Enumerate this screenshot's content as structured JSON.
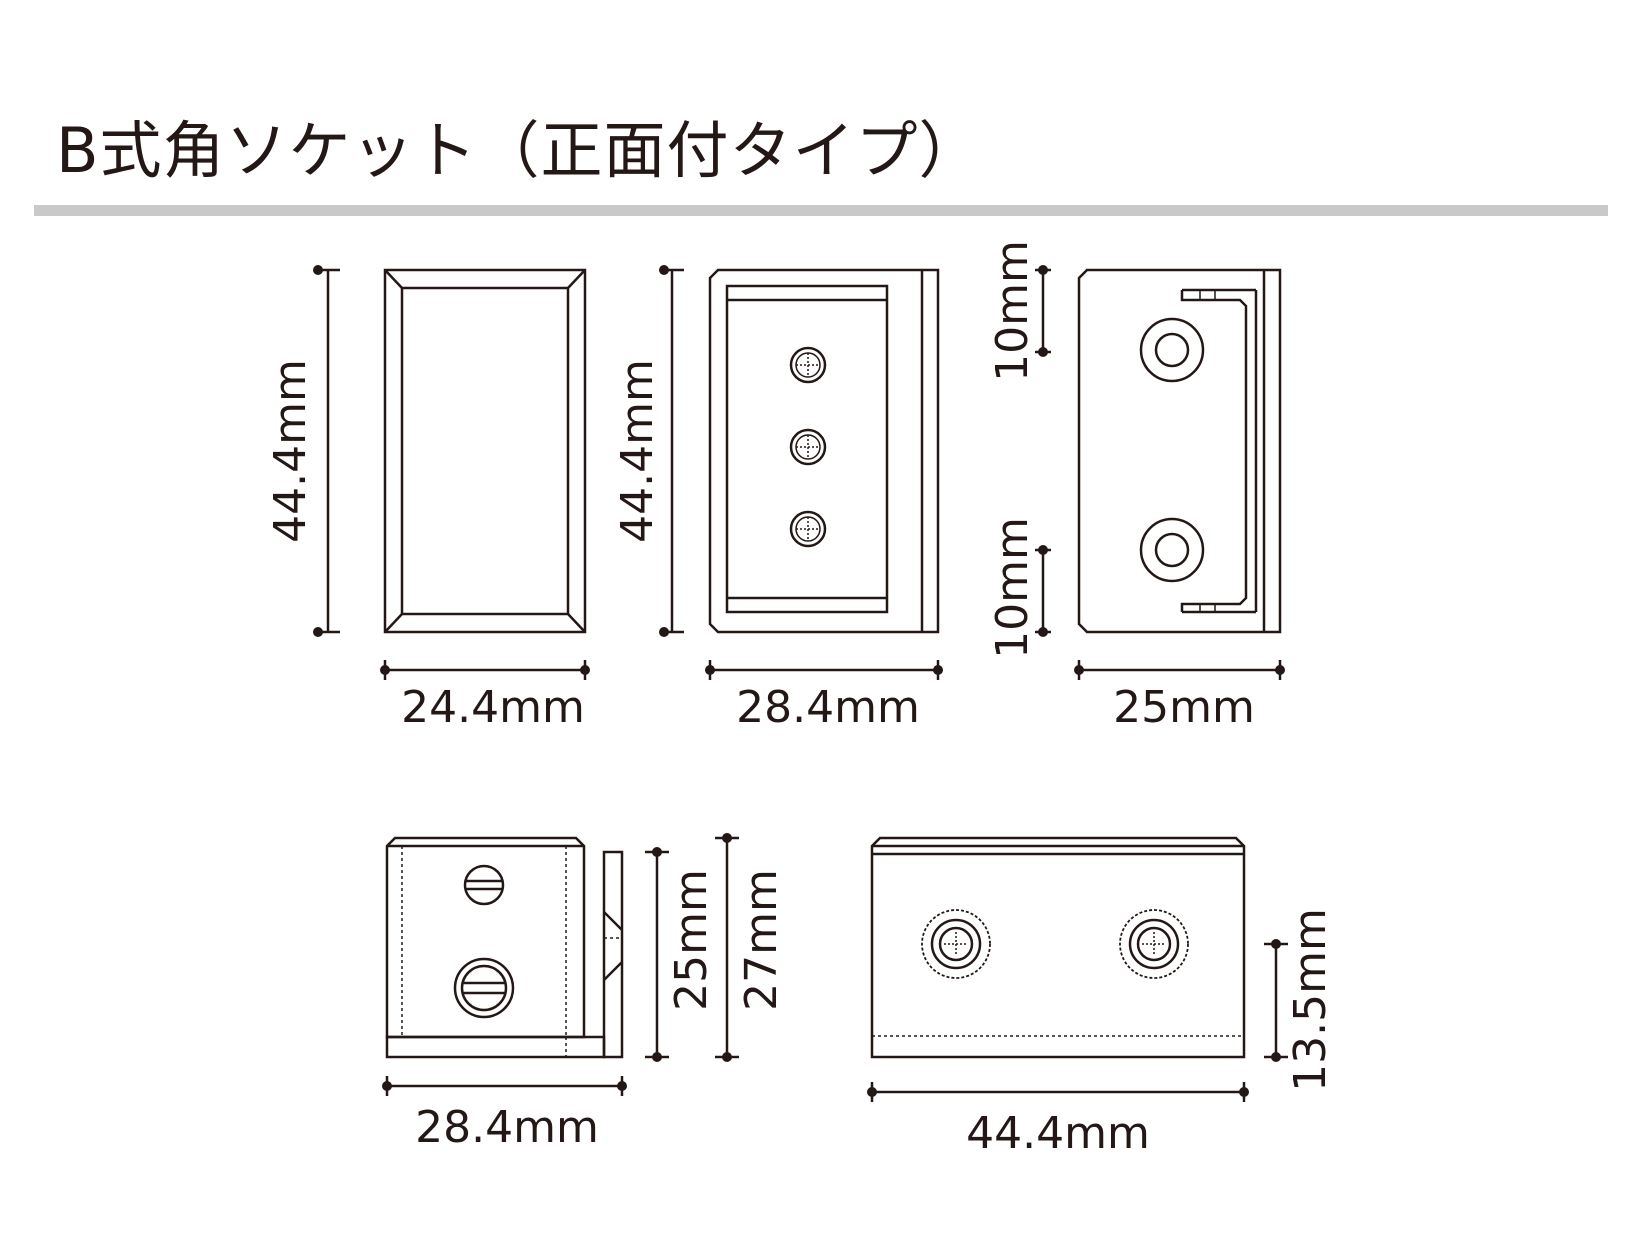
{
  "title": "B式角ソケット（正面付タイプ）",
  "colors": {
    "line": "#231815",
    "rule": "#c9c9c9",
    "background": "#ffffff"
  },
  "dimensions": {
    "front_height": "44.4mm",
    "front_width": "24.4mm",
    "back_height": "44.4mm",
    "back_width": "28.4mm",
    "side_top_offset": "10mm",
    "side_bottom_offset": "10mm",
    "side_width": "25mm",
    "bottom_width": "28.4mm",
    "bottom_inner_height": "25mm",
    "bottom_total_height": "27mm",
    "long_width": "44.4mm",
    "long_screw_height": "13.5mm"
  }
}
